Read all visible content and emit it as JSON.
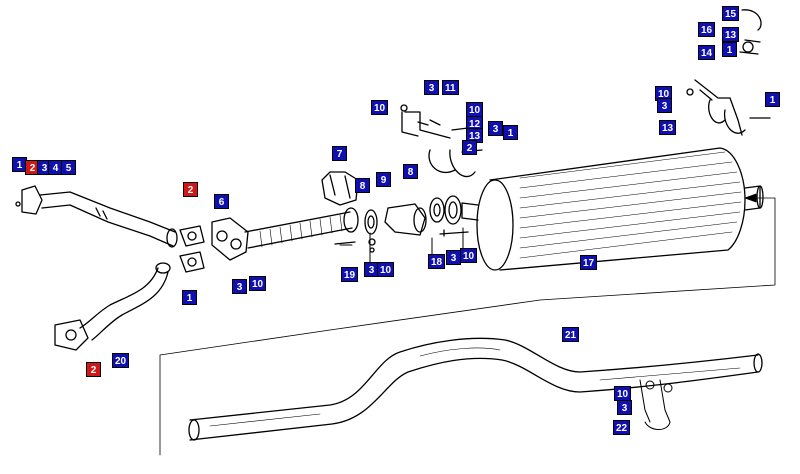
{
  "colors": {
    "callout_blue": "#1010b0",
    "callout_red": "#d01818",
    "line_art": "#000000",
    "background": "#ffffff"
  },
  "callouts": [
    {
      "id": "c15",
      "label": "15",
      "color": "blue"
    },
    {
      "id": "c16",
      "label": "16",
      "color": "blue"
    },
    {
      "id": "c13a",
      "label": "13",
      "color": "blue"
    },
    {
      "id": "c1a",
      "label": "1",
      "color": "blue"
    },
    {
      "id": "c14",
      "label": "14",
      "color": "blue"
    },
    {
      "id": "c10a",
      "label": "10",
      "color": "blue"
    },
    {
      "id": "c3a",
      "label": "3",
      "color": "blue"
    },
    {
      "id": "c1b",
      "label": "1",
      "color": "blue"
    },
    {
      "id": "c13b",
      "label": "13",
      "color": "blue"
    },
    {
      "id": "c3b",
      "label": "3",
      "color": "blue"
    },
    {
      "id": "c11",
      "label": "11",
      "color": "blue"
    },
    {
      "id": "c10b",
      "label": "10",
      "color": "blue"
    },
    {
      "id": "c10c",
      "label": "10",
      "color": "blue"
    },
    {
      "id": "c12",
      "label": "12",
      "color": "blue"
    },
    {
      "id": "c13c",
      "label": "13",
      "color": "blue"
    },
    {
      "id": "c2a",
      "label": "2",
      "color": "blue"
    },
    {
      "id": "c3c",
      "label": "3",
      "color": "blue"
    },
    {
      "id": "c1c",
      "label": "1",
      "color": "blue"
    },
    {
      "id": "c7",
      "label": "7",
      "color": "blue"
    },
    {
      "id": "c1d",
      "label": "1",
      "color": "blue"
    },
    {
      "id": "c2b",
      "label": "2",
      "color": "red"
    },
    {
      "id": "c3d",
      "label": "3",
      "color": "blue"
    },
    {
      "id": "c4",
      "label": "4",
      "color": "blue"
    },
    {
      "id": "c5",
      "label": "5",
      "color": "blue"
    },
    {
      "id": "c9",
      "label": "9",
      "color": "blue"
    },
    {
      "id": "c8a",
      "label": "8",
      "color": "blue"
    },
    {
      "id": "c8b",
      "label": "8",
      "color": "blue"
    },
    {
      "id": "c2c",
      "label": "2",
      "color": "red"
    },
    {
      "id": "c6",
      "label": "6",
      "color": "blue"
    },
    {
      "id": "c19",
      "label": "19",
      "color": "blue"
    },
    {
      "id": "c3e",
      "label": "3",
      "color": "blue"
    },
    {
      "id": "c10d",
      "label": "10",
      "color": "blue"
    },
    {
      "id": "c18",
      "label": "18",
      "color": "blue"
    },
    {
      "id": "c3f",
      "label": "3",
      "color": "blue"
    },
    {
      "id": "c10e",
      "label": "10",
      "color": "blue"
    },
    {
      "id": "c17",
      "label": "17",
      "color": "blue"
    },
    {
      "id": "c3g",
      "label": "3",
      "color": "blue"
    },
    {
      "id": "c10f",
      "label": "10",
      "color": "blue"
    },
    {
      "id": "c1e",
      "label": "1",
      "color": "blue"
    },
    {
      "id": "c20",
      "label": "20",
      "color": "blue"
    },
    {
      "id": "c2d",
      "label": "2",
      "color": "red"
    },
    {
      "id": "c21",
      "label": "21",
      "color": "blue"
    },
    {
      "id": "c10g",
      "label": "10",
      "color": "blue"
    },
    {
      "id": "c3h",
      "label": "3",
      "color": "blue"
    },
    {
      "id": "c22",
      "label": "22",
      "color": "blue"
    }
  ]
}
